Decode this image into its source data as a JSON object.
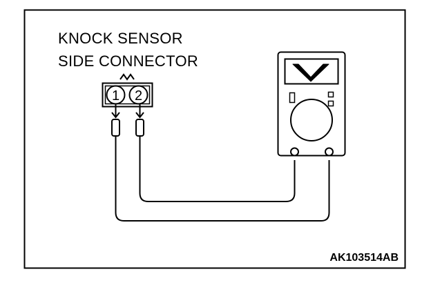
{
  "title": {
    "line1": "KNOCK SENSOR",
    "line2": "SIDE CONNECTOR"
  },
  "connector": {
    "pins": [
      "1",
      "2"
    ]
  },
  "meter": {
    "symbol": "V"
  },
  "figure_code": "AK103514AB",
  "colors": {
    "line": "#000000",
    "background": "#ffffff"
  }
}
